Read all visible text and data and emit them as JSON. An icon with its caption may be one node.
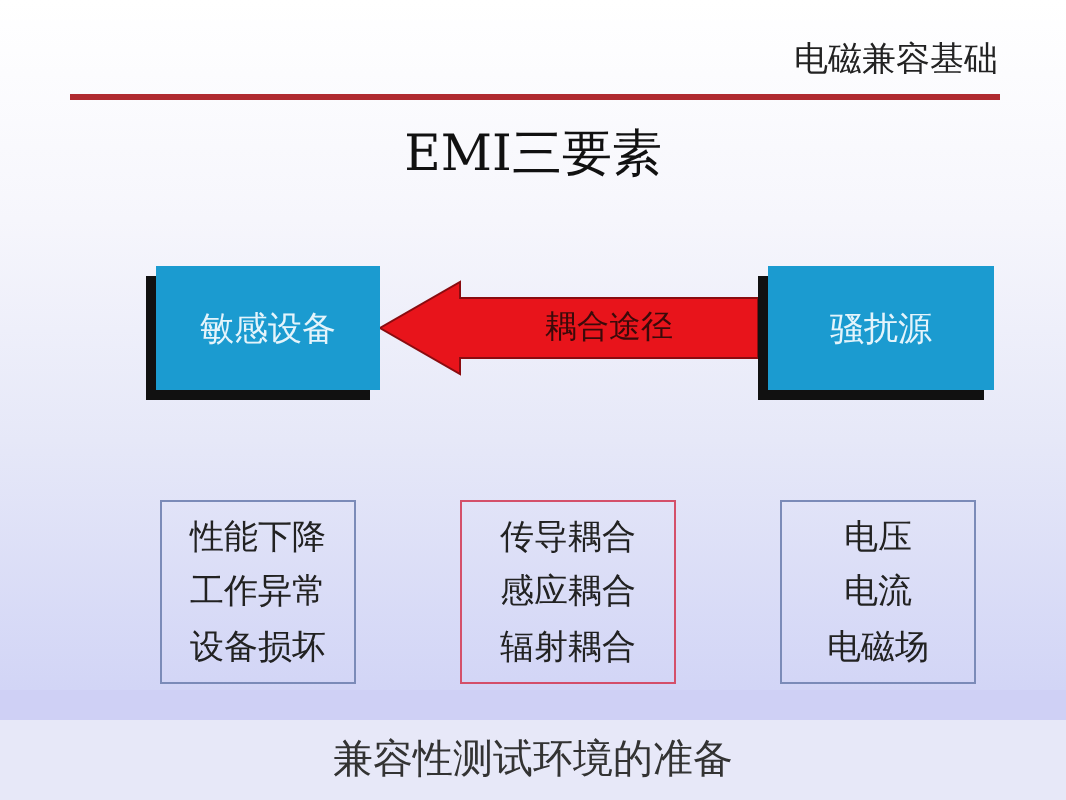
{
  "diagram": {
    "title": "EMI三要素",
    "caption": "兼容性测试环境的准备",
    "nodes": [
      {
        "text": [
          "敏感设备"
        ]
      },
      {
        "text": [
          "骚扰源"
        ]
      },
      {
        "text": [
          "性能下降",
          "工作异常",
          "设备损坏"
        ]
      },
      {
        "text": [
          "传导耦合",
          "感应耦合",
          "辐射耦合"
        ]
      },
      {
        "text": [
          "电压",
          "电流",
          "电磁场"
        ]
      }
    ],
    "edges": [
      {
        "from": 1,
        "to": 0,
        "arrow": "to",
        "label": "耦合途径",
        "style": "thick",
        "color": "#e8141b"
      }
    ],
    "labels": [
      "电磁兼容基础"
    ]
  }
}
